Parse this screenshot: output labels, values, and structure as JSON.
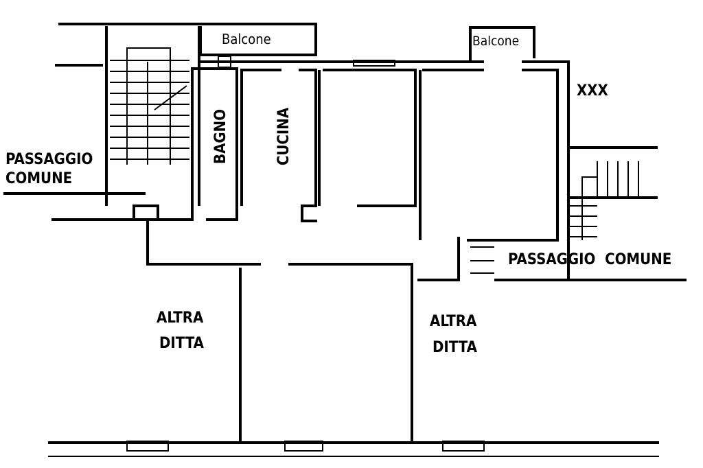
{
  "plan": {
    "balcony_left": "Balcone",
    "balcony_right": "Balcone",
    "bathroom": "BAGNO",
    "kitchen": "CUCINA",
    "common_passage_left": [
      "PASSAGGIO",
      "COMUNE"
    ],
    "common_passage_right": "PASSAGGIO  COMUNE",
    "neighbor_mark": "XXX",
    "other_company_left": [
      "ALTRA",
      "DITTA"
    ],
    "other_company_right": [
      "ALTRA",
      "DITTA"
    ]
  }
}
